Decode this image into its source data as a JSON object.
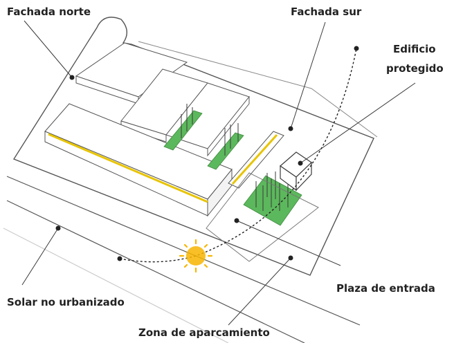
{
  "labels": {
    "north_facade": "Fachada norte",
    "south_facade": "Fachada sur",
    "protected_building_line1": "Edificio",
    "protected_building_line2": "protegido",
    "entrance_plaza": "Plaza de entrada",
    "unbuilt_plot": "Solar no urbanizado",
    "parking_zone": "Zona de aparcamiento"
  },
  "colors": {
    "line": "#3a3a3a",
    "green_area": "#5cb85c",
    "yellow_stripe": "#e8c400",
    "sun": "#f7b500"
  },
  "icons": [
    "sun-icon"
  ]
}
